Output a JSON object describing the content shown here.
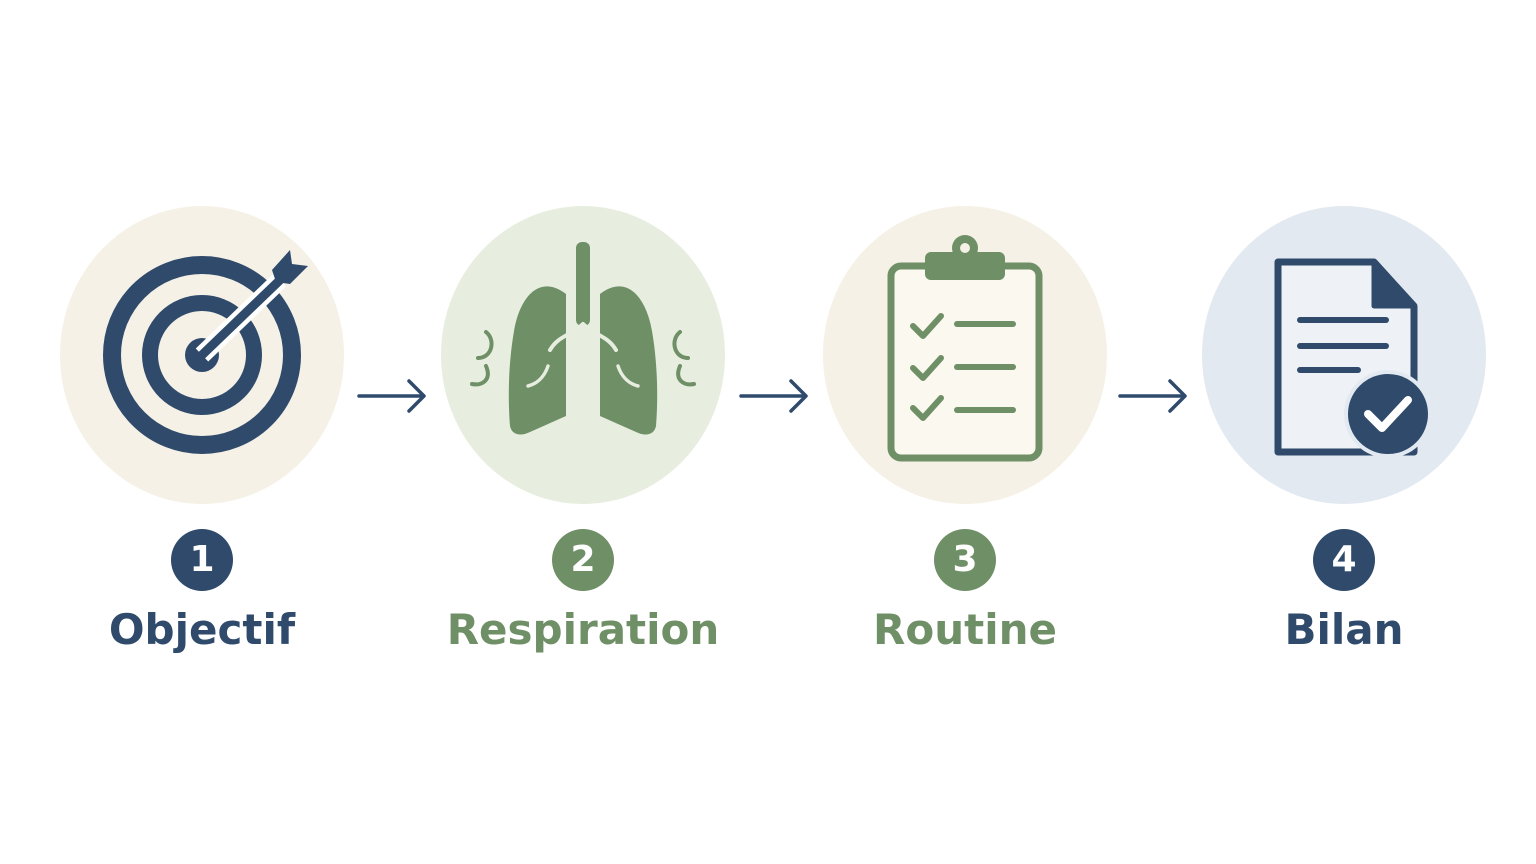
{
  "colors": {
    "navy": "#2f4a6b",
    "green": "#6f8f66",
    "bg_cream": "#f5f1e6",
    "bg_green": "#e7eedf",
    "bg_blue": "#e3e9f1"
  },
  "steps": [
    {
      "number": "1",
      "label": "Objectif",
      "icon": "target-arrow-icon"
    },
    {
      "number": "2",
      "label": "Respiration",
      "icon": "lungs-icon"
    },
    {
      "number": "3",
      "label": "Routine",
      "icon": "clipboard-checklist-icon"
    },
    {
      "number": "4",
      "label": "Bilan",
      "icon": "document-check-icon"
    }
  ]
}
